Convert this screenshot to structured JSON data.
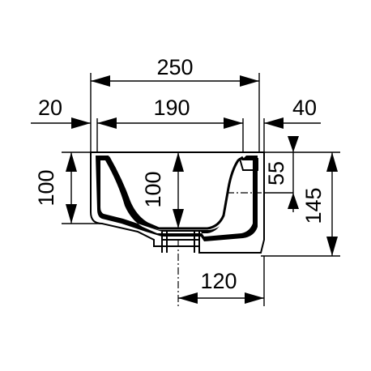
{
  "dimensions": {
    "overall_width": "250",
    "wall_left": "20",
    "inner_width": "190",
    "right_offset": "40",
    "outer_height": "100",
    "inner_depth": "100",
    "rim_height": "55",
    "total_height": "145",
    "drain_offset": "120"
  },
  "colors": {
    "line": "#000000",
    "background": "#ffffff"
  }
}
